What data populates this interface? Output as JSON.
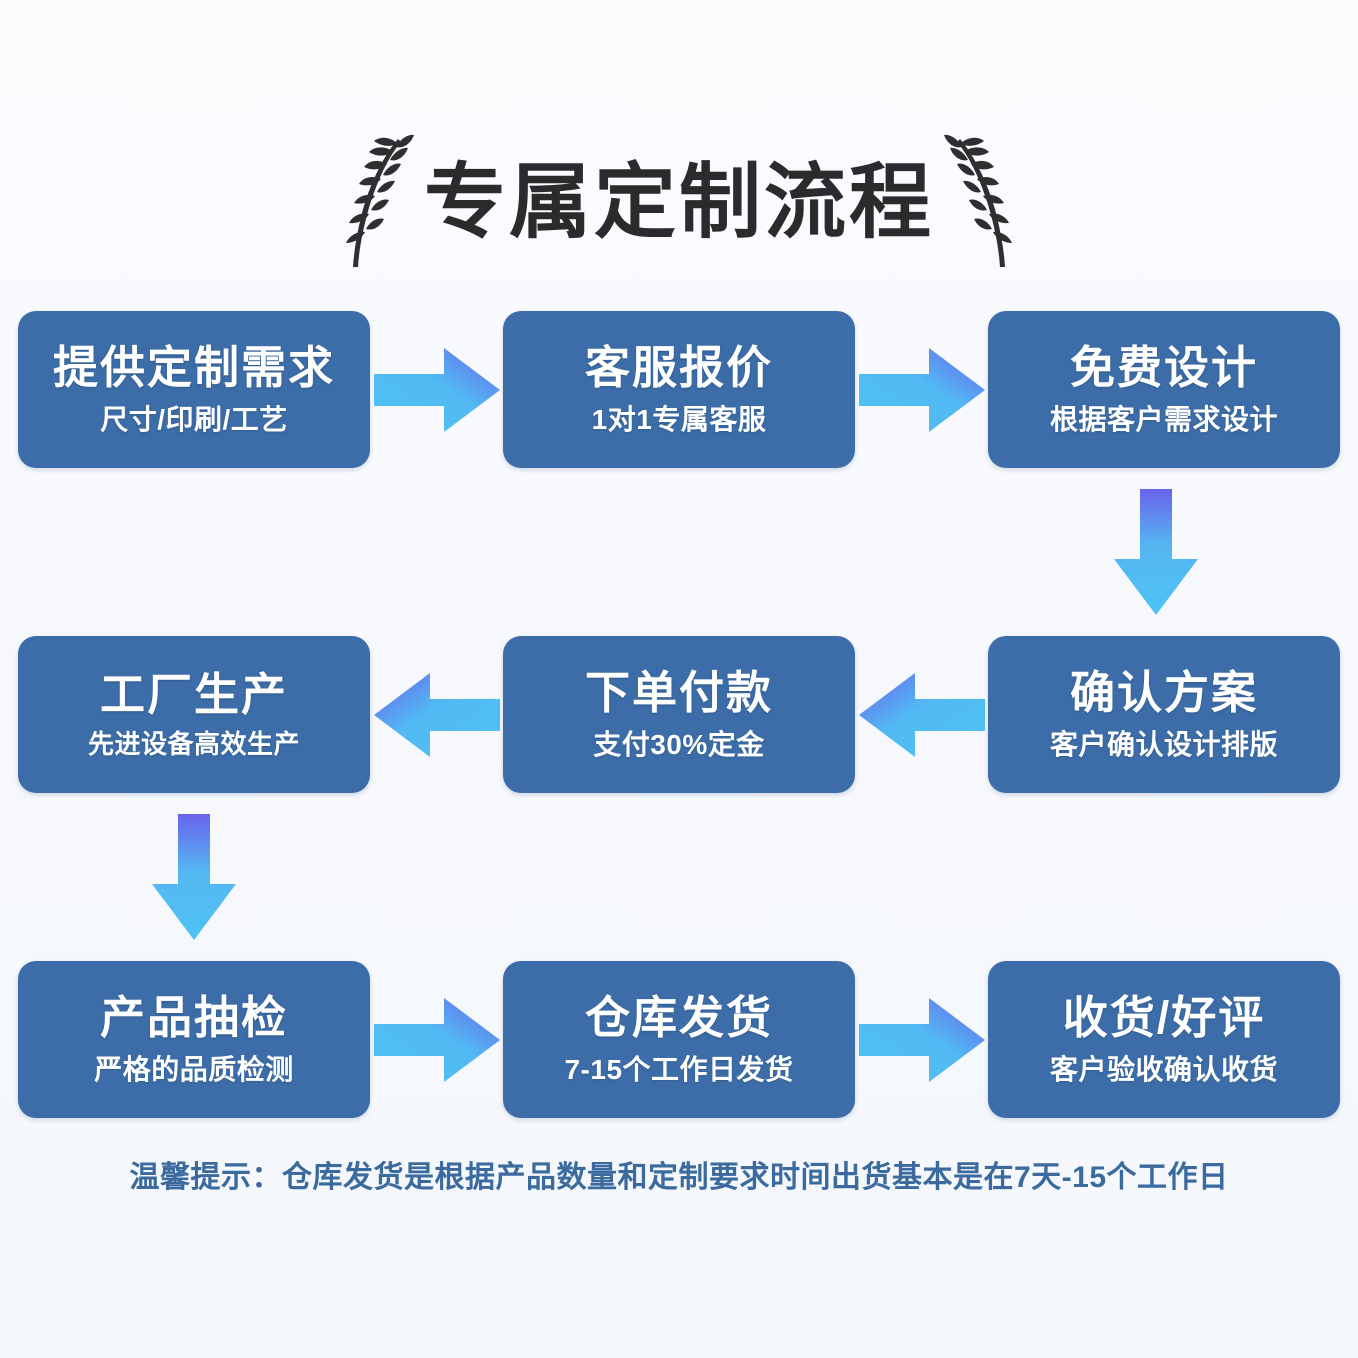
{
  "header": {
    "title": "专属定制流程",
    "left_decoration": "laurel-branch-left",
    "right_decoration": "laurel-branch-right"
  },
  "theme": {
    "background": "#f7f9fc",
    "box_fill": "#3c6da8",
    "box_text": "#ffffff",
    "arrow_gradient_start": "#6a63ec",
    "arrow_gradient_end": "#4ec3f5",
    "footer_text": "#3a6a9e",
    "title_text": "#2b2b2d"
  },
  "flow": {
    "rows": [
      {
        "direction": "left-to-right",
        "steps": [
          {
            "index": 1,
            "title": "提供定制需求",
            "subtitle": "尺寸/印刷/工艺"
          },
          {
            "index": 2,
            "title": "客服报价",
            "subtitle": "1对1专属客服"
          },
          {
            "index": 3,
            "title": "免费设计",
            "subtitle": "根据客户需求设计"
          }
        ],
        "connectors": [
          "arrow-right",
          "arrow-right"
        ]
      },
      {
        "direction": "right-to-left",
        "steps": [
          {
            "index": 4,
            "title": "工厂生产",
            "subtitle": "先进设备高效生产"
          },
          {
            "index": 5,
            "title": "下单付款",
            "subtitle": "支付30%定金"
          },
          {
            "index": 6,
            "title": "确认方案",
            "subtitle": "客户确认设计排版"
          }
        ],
        "connectors": [
          "arrow-left",
          "arrow-left"
        ]
      },
      {
        "direction": "left-to-right",
        "steps": [
          {
            "index": 7,
            "title": "产品抽检",
            "subtitle": "严格的品质检测"
          },
          {
            "index": 8,
            "title": "仓库发货",
            "subtitle": "7-15个工作日发货"
          },
          {
            "index": 9,
            "title": "收货/好评",
            "subtitle": "客户验收确认收货"
          }
        ],
        "connectors": [
          "arrow-right",
          "arrow-right"
        ]
      }
    ],
    "vertical_connectors": [
      {
        "position": "right-column",
        "icon": "arrow-down",
        "from_step": 3,
        "to_step": 6
      },
      {
        "position": "left-column",
        "icon": "arrow-down",
        "from_step": 4,
        "to_step": 7
      }
    ]
  },
  "footer": {
    "notice": "温馨提示：仓库发货是根据产品数量和定制要求时间出货基本是在7天-15个工作日"
  }
}
